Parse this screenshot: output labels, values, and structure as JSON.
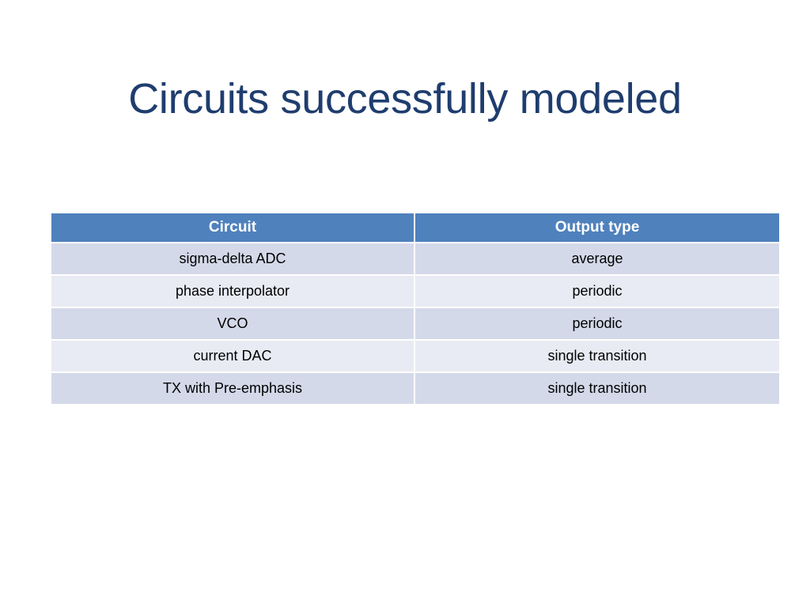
{
  "slide": {
    "title": "Circuits successfully modeled",
    "title_color": "#1F3D6E",
    "background_color": "#FFFFFF"
  },
  "table": {
    "header_bg": "#4F81BD",
    "header_text_color": "#FFFFFF",
    "row_bg_odd": "#D4D9E9",
    "row_bg_even": "#E8EBF3",
    "body_text_color": "#000000",
    "columns": [
      {
        "label": "Circuit"
      },
      {
        "label": "Output type"
      }
    ],
    "rows": [
      {
        "circuit": "sigma-delta ADC",
        "output_type": "average"
      },
      {
        "circuit": "phase interpolator",
        "output_type": "periodic"
      },
      {
        "circuit": "VCO",
        "output_type": "periodic"
      },
      {
        "circuit": "current DAC",
        "output_type": "single transition"
      },
      {
        "circuit": "TX with Pre-emphasis",
        "output_type": "single transition"
      }
    ]
  }
}
